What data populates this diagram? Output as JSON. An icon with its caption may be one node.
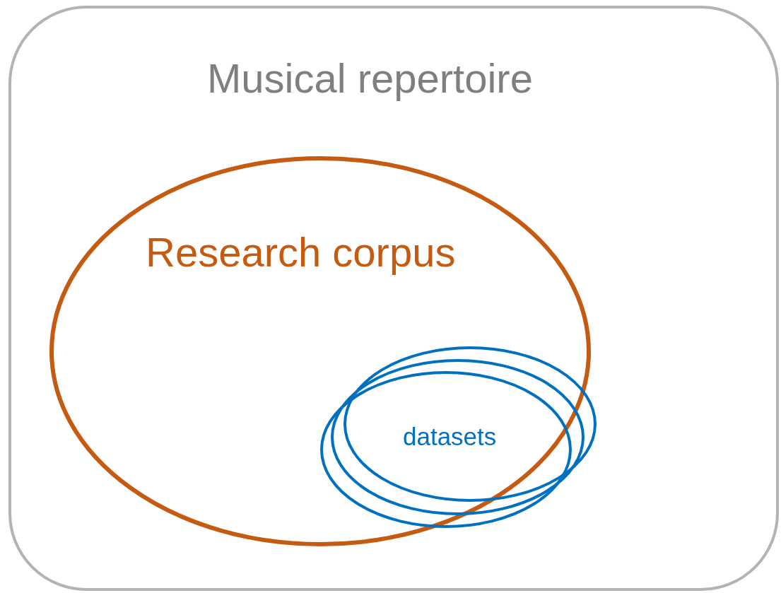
{
  "diagram": {
    "nodes": [
      {
        "text": [
          "Musical repertoire"
        ]
      },
      {
        "text": [
          "Research corpus"
        ],
        "in": 0
      },
      {
        "text": [],
        "shape": "ellipse",
        "in": 1
      },
      {
        "text": [],
        "shape": "ellipse",
        "in": 1
      },
      {
        "text": [
          "datasets"
        ],
        "in": 1
      }
    ]
  }
}
